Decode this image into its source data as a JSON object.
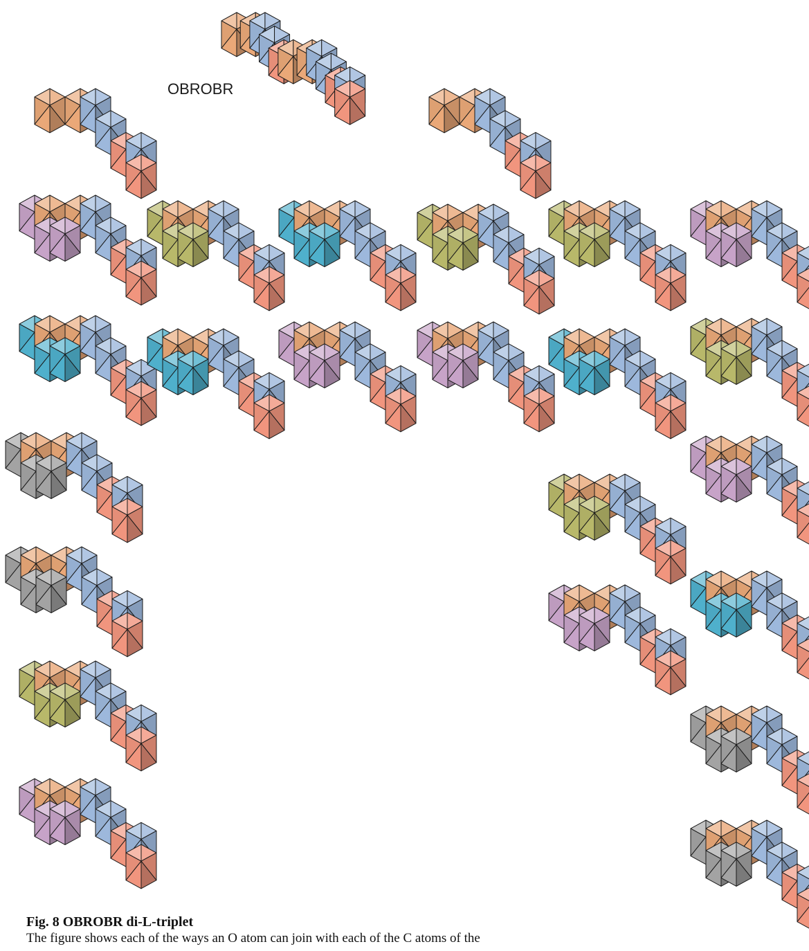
{
  "figure": {
    "label": "OBROBR",
    "caption_title": "Fig. 8  OBROBR di-L-triplet",
    "caption_body": "The figure shows each of the ways an O atom can join with each of the C atoms of the"
  },
  "colors": {
    "O": "#eaa878",
    "B": "#9db8dc",
    "R": "#f1957e",
    "olive": "#b8b86a",
    "lilac": "#c7a3c8",
    "cyan": "#4fb0cc",
    "gray": "#a3a3a3",
    "stroke": "#1a1a1a"
  },
  "legend_codes": {
    "O": "orange",
    "B": "blue",
    "R": "red"
  },
  "diagram": {
    "base_triplet": "OBROBR",
    "variant_attachments": [
      "lilac",
      "olive",
      "cyan",
      "olive",
      "olive",
      "lilac",
      "cyan",
      "cyan",
      "lilac",
      "lilac",
      "cyan",
      "olive",
      "gray",
      "olive",
      "lilac",
      "gray",
      "lilac",
      "cyan",
      "olive",
      "gray",
      "lilac",
      "gray"
    ]
  }
}
